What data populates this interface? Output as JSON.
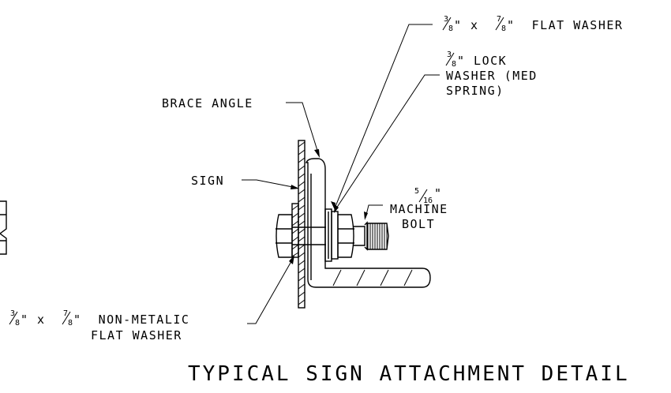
{
  "title": "TYPICAL SIGN ATTACHMENT DETAIL",
  "labels": {
    "flat_washer": {
      "num": "3",
      "den": "8",
      "sep": "\" x ",
      "num2": "7",
      "den2": "8",
      "text": "\"  FLAT WASHER"
    },
    "lock_washer": {
      "num": "3",
      "den": "8",
      "line1": "\" LOCK",
      "line2": "WASHER (MED",
      "line3": "SPRING)"
    },
    "brace_angle": "BRACE ANGLE",
    "sign": "SIGN",
    "machine_bolt": {
      "num": "5",
      "den": "16",
      "inch": "\"",
      "line1": "MACHINE",
      "line2": "BOLT"
    },
    "non_metalic": {
      "num": "3",
      "den": "8",
      "sep": "\" x ",
      "num2": "7",
      "den2": "8",
      "line1": "\"  NON-METALIC",
      "line2": "FLAT WASHER"
    }
  }
}
